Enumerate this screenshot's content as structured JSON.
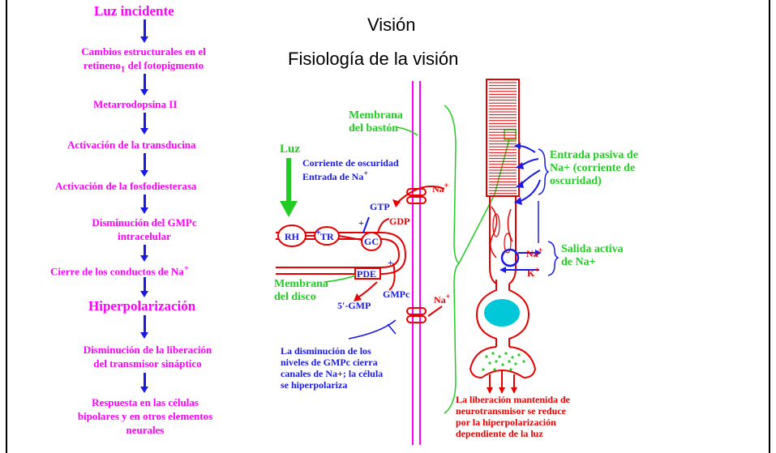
{
  "slide": {
    "title": "Visión",
    "subtitle": "Fisiología de la visión"
  },
  "cascade": {
    "steps": [
      "Luz incidente",
      "Cambios estructurales en el",
      "retineno",
      "1",
      "del fotopigmento",
      "Metarrodopsina II",
      "Activación de la transducina",
      "Activación de la fosfodiesterasa",
      "Disminución del GMPc",
      "intracelular",
      "Cierre de los conductos de Na",
      "+",
      "Hiperpolarización",
      "Disminución de la liberación",
      "del transmisor sináptico",
      "Respuesta en las células",
      "bipolares y en otros elementos",
      "neurales"
    ]
  },
  "diagram": {
    "luz": "Luz",
    "corriente": "Corriente de oscuridad",
    "entrada": "Entrada de Na",
    "plus": "+",
    "na": "Na",
    "k": "K",
    "membrana_baston_1": "Membrana",
    "membrana_baston_2": "del bastón",
    "membrana_disco_1": "Membrana",
    "membrana_disco_2": "del disco",
    "gtp": "GTP",
    "gdp": "GDP",
    "gmpc": "GMPc",
    "gmp5": "5'-GMP",
    "rh": "RH",
    "tr": "TR",
    "gc": "GC",
    "pde": "PDE",
    "entrada_pasiva": [
      "Entrada pasiva de",
      "Na+ (corriente de",
      "oscuridad)"
    ],
    "salida_activa": [
      "Salida activa",
      "de Na+"
    ],
    "disminucion": [
      "La disminución de los",
      "niveles de GMPc cierra",
      "canales de Na+; la célula",
      "se hiperpolariza"
    ],
    "liberacion": [
      "La liberación mantenida de",
      "neurotransmisor se reduce",
      "por la hiperpolarización",
      "dependiente de la luz"
    ]
  }
}
